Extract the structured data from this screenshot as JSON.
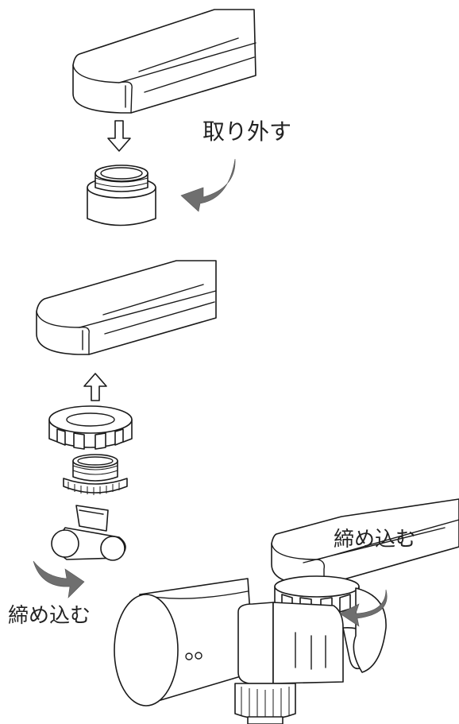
{
  "labels": {
    "remove": "取り外す",
    "tighten_right": "締め込む",
    "tighten_left": "締め込む"
  },
  "colors": {
    "line": "#1a1a1a",
    "rotation_arrow": "#6f6f6f",
    "background": "#ffffff"
  }
}
